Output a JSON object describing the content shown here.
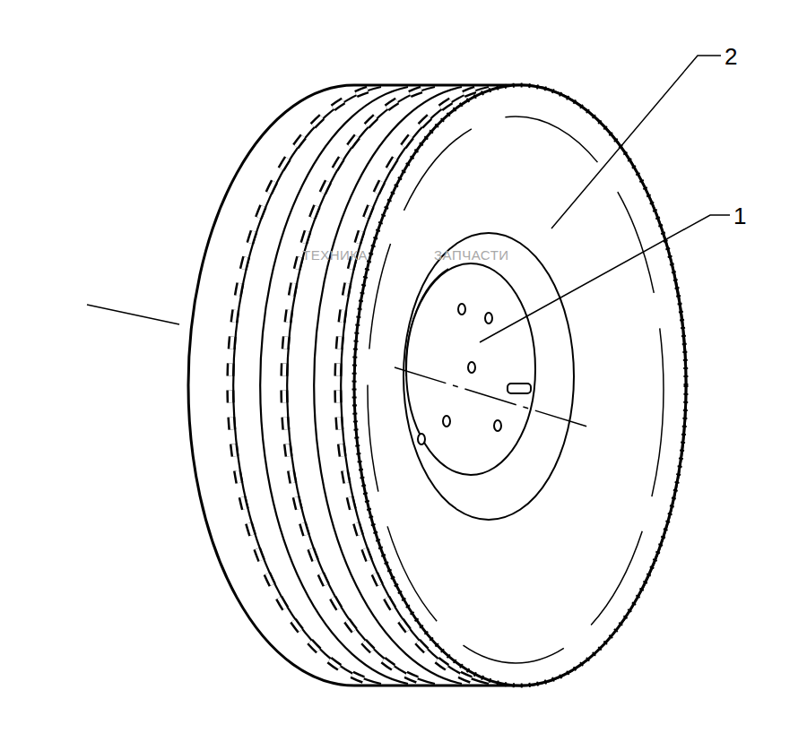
{
  "diagram": {
    "labels": [
      "2",
      "1",
      "ТЕХНИКА",
      "ЗАПЧАСТИ"
    ]
  }
}
